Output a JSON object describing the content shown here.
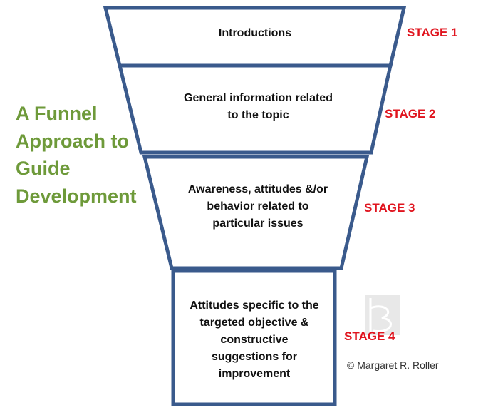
{
  "title": "A Funnel Approach to Guide Development",
  "colors": {
    "outline": "#3a5a8c",
    "stage_label": "#e0141e",
    "title": "#6e9a3a",
    "text": "#111111"
  },
  "stages": [
    {
      "label": "STAGE 1",
      "text": "Introductions"
    },
    {
      "label": "STAGE 2",
      "text": "General information related to the topic"
    },
    {
      "label": "STAGE 3",
      "text": "Awareness, attitudes &/or behavior related to particular issues"
    },
    {
      "label": "STAGE 4",
      "text": "Attitudes specific to the targeted objective & constructive suggestions for improvement"
    }
  ],
  "copyright": "© Margaret R. Roller",
  "logo_icon": "logo-watermark-icon"
}
